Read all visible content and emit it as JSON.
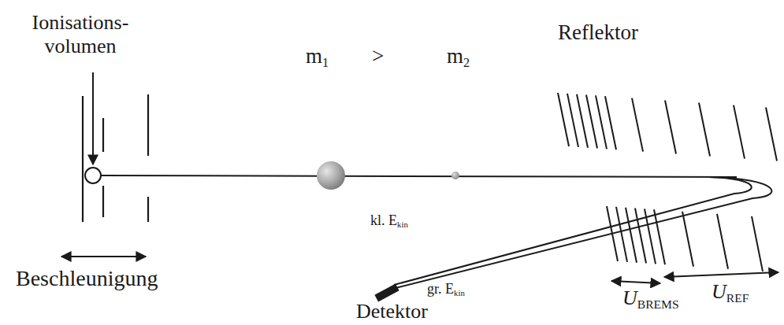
{
  "diagram": {
    "labels": [
      "Ionisations- volumen",
      "Reflektor",
      "m1",
      ">",
      "m2",
      "kl. Ekin",
      "gr. Ekin",
      "Beschleunigung",
      "Detektor",
      "UBREMS",
      "UREF"
    ]
  }
}
